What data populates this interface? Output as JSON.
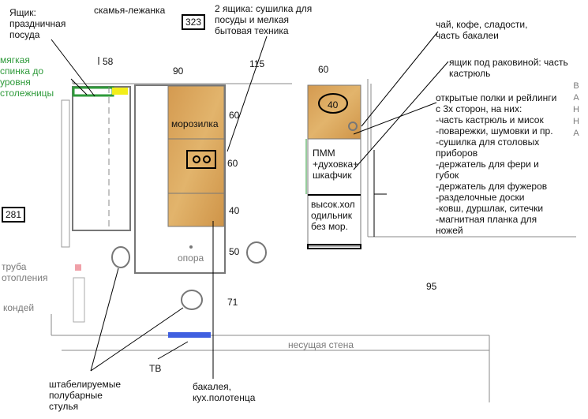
{
  "badges": {
    "width_top": "323",
    "length_left": "281"
  },
  "labels": {
    "holiday_box": "Ящик:\nпраздничная\nпосуда",
    "bench": "скамья-лежанка",
    "soft_back": "мягкая\nспинка до\nуровня\nстолежницы",
    "two_drawers": "2 ящика: сушилка для\nпосуды и мелкая\nбытовая техника",
    "tea": "чай, кофе, сладости,\nчасть бакалеи",
    "sink_drawer": "ящик под раковиной: часть\nкастрюль",
    "shelves": "открытые полки и рейлинги\nс 3х сторон, на них:\n-часть кастрюль и мисок\n-поварежки, шумовки и пр.\n-сушилка для столовых\nприборов\n-держатель для фери и\nгубок\n-держатель для фужеров\n-разделочные доски\n-ковш, дуршлак, ситечки\n-магнитная планка для\nножей",
    "freezer": "морозилка",
    "support": "опора",
    "dishwasher": "ПММ\n+духовка+\nшкафчик",
    "fridge": "высок.хол\nодильник\nбез мор.",
    "pipe": "труба\nотопления",
    "ac": "кондей",
    "wall": "несущая стена",
    "tv": "ТВ",
    "chairs": "штабелируемые\nполубарные\nстулья",
    "bakaleya": "бакалея,\nкух.полотенца",
    "bathroom": "ВАННА"
  },
  "dimensions": {
    "d58": "58",
    "d90": "90",
    "d115": "115",
    "d60_top": "60",
    "d60_a": "60",
    "d60_b": "60",
    "d40": "40",
    "d50": "50",
    "d71": "71",
    "d95": "95",
    "sink_diameter": "40"
  },
  "colors": {
    "wood": "#d9a55a",
    "green": "#2e9a3a",
    "tv": "#3f5fe0",
    "yellow": "#f2ee1a",
    "pink": "#f0a0a8"
  }
}
